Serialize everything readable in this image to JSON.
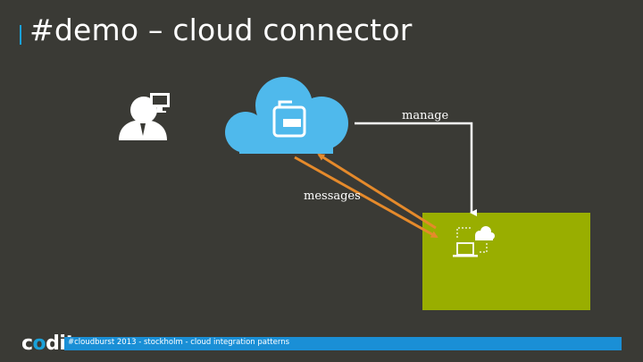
{
  "title": "#demo – cloud connector",
  "labels": {
    "manage": "manage",
    "messages": "messages"
  },
  "footer": {
    "logo_prefix": "c",
    "logo_o": "o",
    "logo_suffix": "dit",
    "text": "#cloudburst 2013 - stockholm - cloud integration patterns"
  },
  "colors": {
    "background": "#3a3a35",
    "accent_blue": "#1aa1d9",
    "cloud": "#4fb9ec",
    "onprem_box": "#99ae00",
    "message_arrow": "#e58a2b",
    "manage_line": "#ffffff"
  },
  "icons": [
    "admin-person-icon",
    "cloud-icon",
    "connector-icon",
    "onprem-connector-icon"
  ]
}
